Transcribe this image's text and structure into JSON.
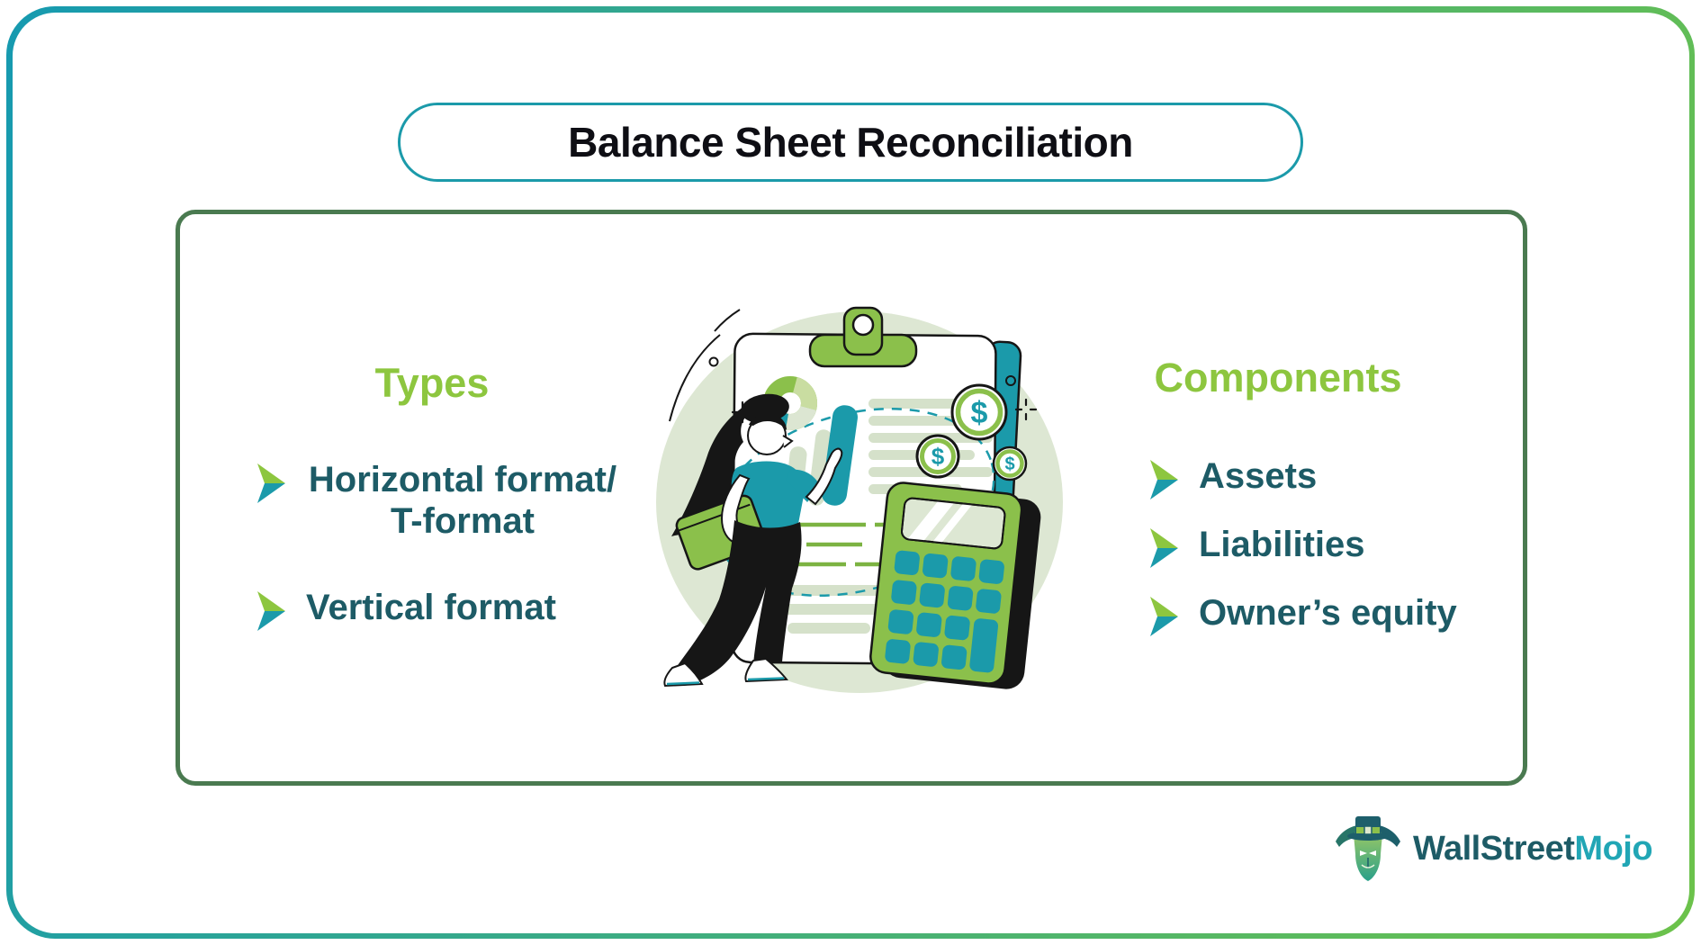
{
  "title": "Balance Sheet Reconciliation",
  "sections": {
    "types": {
      "heading": "Types",
      "items": [
        {
          "line1": "Horizontal format/",
          "line2": "T-format"
        },
        {
          "line1": "Vertical format"
        }
      ]
    },
    "components": {
      "heading": "Components",
      "items": [
        {
          "label": "Assets"
        },
        {
          "label": "Liabilities"
        },
        {
          "label": "Owner’s equity"
        }
      ]
    }
  },
  "illustration": {
    "coin_symbol": "$",
    "depicts": "woman analyst pointing at clipboard report with donut chart, bar chart, dollar coins and calculator"
  },
  "logo": {
    "brand_primary": "WallStreet",
    "brand_accent": "Mojo"
  },
  "colors": {
    "green": "#8dc63f",
    "teal": "#1b9aaa",
    "dark_teal": "#1d5b66",
    "box_border": "#4a7a50",
    "ink": "#161616",
    "illus_green": "#8bc04b",
    "sage": "#dde7d3",
    "sage_row": "#d5e1ca",
    "line_green": "#7cb342",
    "grad_start": "#169ab0",
    "grad_end": "#6cc24a",
    "logo_dark": "#1d5b66",
    "logo_cyan": "#21a6b5",
    "title_ink": "#0e0e14",
    "pill_border": "#1b9aaa"
  }
}
